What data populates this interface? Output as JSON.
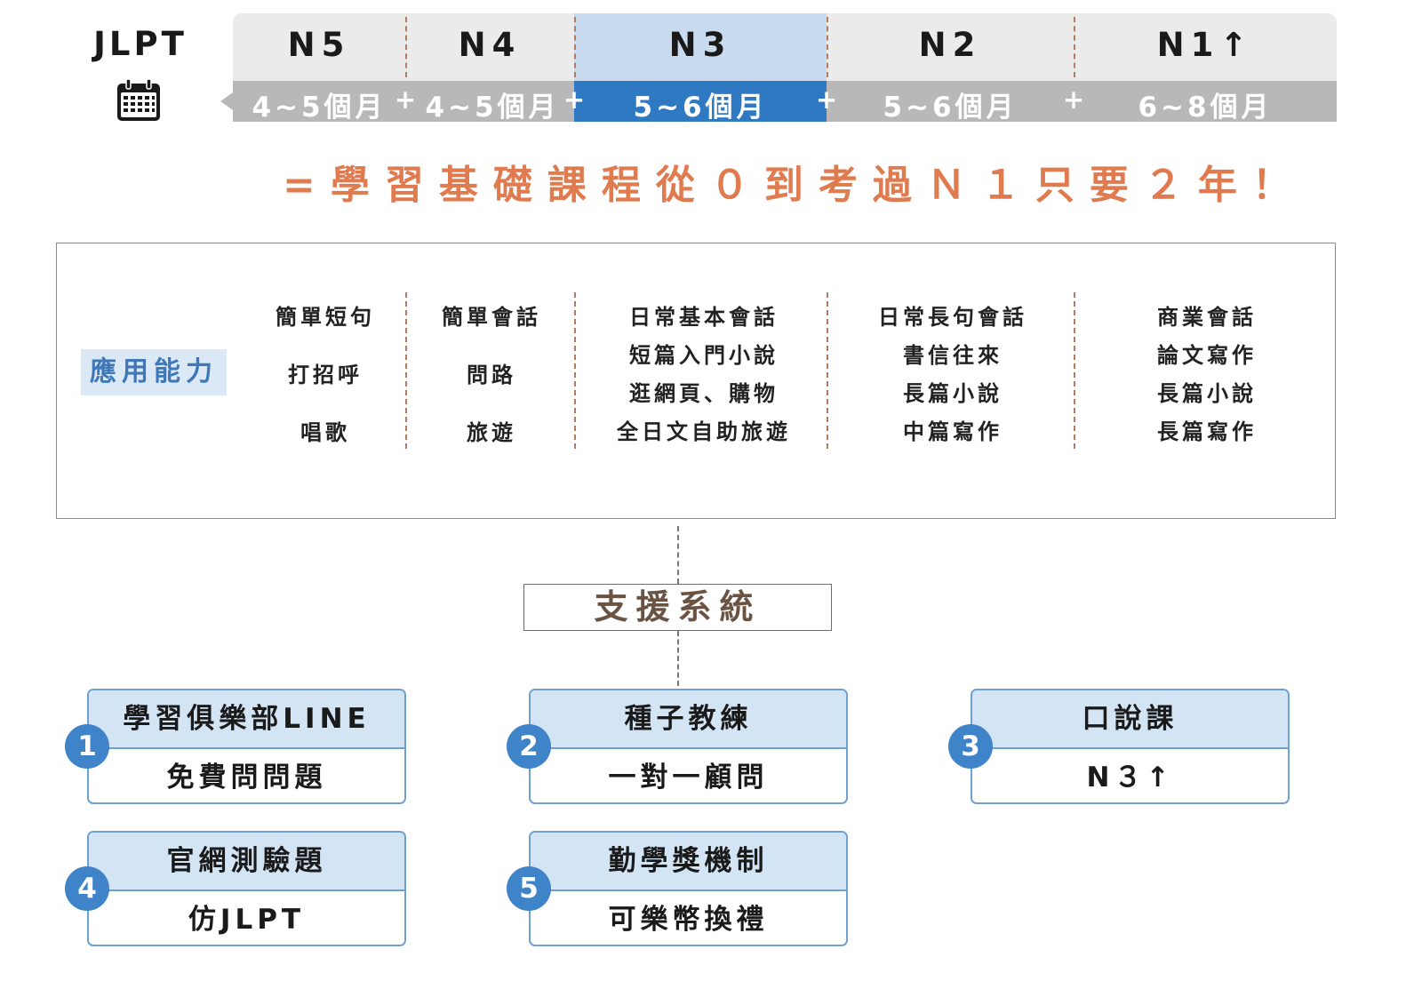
{
  "header": {
    "title": "JLPT",
    "calendar_icon": "calendar-icon",
    "levels": [
      {
        "name": "N5",
        "duration": "4~5個月"
      },
      {
        "name": "N4",
        "duration": "4~5個月"
      },
      {
        "name": "N3",
        "duration": "5~6個月",
        "highlighted": true
      },
      {
        "name": "N2",
        "duration": "5~6個月"
      },
      {
        "name": "N1↑",
        "duration": "6~8個月"
      }
    ],
    "plus": "+",
    "slogan": "=學習基礎課程從０到考過Ｎ１只要２年！"
  },
  "ability": {
    "label": "應用能力",
    "columns": [
      [
        "簡單短句",
        "打招呼",
        "唱歌"
      ],
      [
        "簡單會話",
        "問路",
        "旅遊"
      ],
      [
        "日常基本會話",
        "短篇入門小說",
        "逛網頁、購物",
        "全日文自助旅遊"
      ],
      [
        "日常長句會話",
        "書信往來",
        "長篇小說",
        "中篇寫作"
      ],
      [
        "商業會話",
        "論文寫作",
        "長篇小說",
        "長篇寫作"
      ]
    ]
  },
  "support": {
    "title": "支援系統",
    "cards": [
      {
        "num": "1",
        "top": "學習俱樂部LINE",
        "bottom": "免費問問題"
      },
      {
        "num": "2",
        "top": "種子教練",
        "bottom": "一對一顧問"
      },
      {
        "num": "3",
        "top": "口說課",
        "bottom": "N３↑"
      },
      {
        "num": "4",
        "top": "官網測驗題",
        "bottom": "仿JLPT"
      },
      {
        "num": "5",
        "top": "勤學獎機制",
        "bottom": "可樂幣換禮"
      }
    ]
  },
  "colors": {
    "highlight_top": "#c9dcef",
    "highlight_bottom": "#2f79c2",
    "slogan": "#e07a4f",
    "badge": "#3f83c8",
    "card_header": "#d3e5f5"
  }
}
